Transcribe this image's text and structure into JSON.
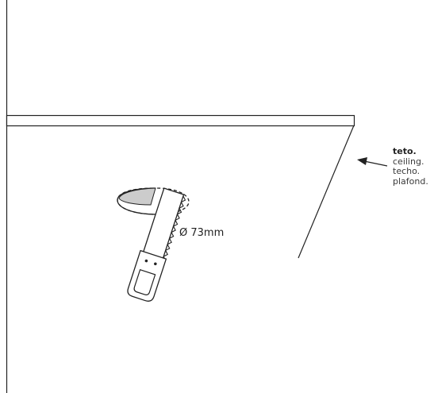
{
  "labels": {
    "primary": "teto.",
    "lines": [
      "ceiling.",
      "techo.",
      "plafond."
    ]
  },
  "dimension": {
    "text": "Ø 73mm"
  },
  "colors": {
    "line": "#222222",
    "cut_fill": "#cccccc"
  },
  "icons": {
    "tool": "hole-saw-icon"
  }
}
